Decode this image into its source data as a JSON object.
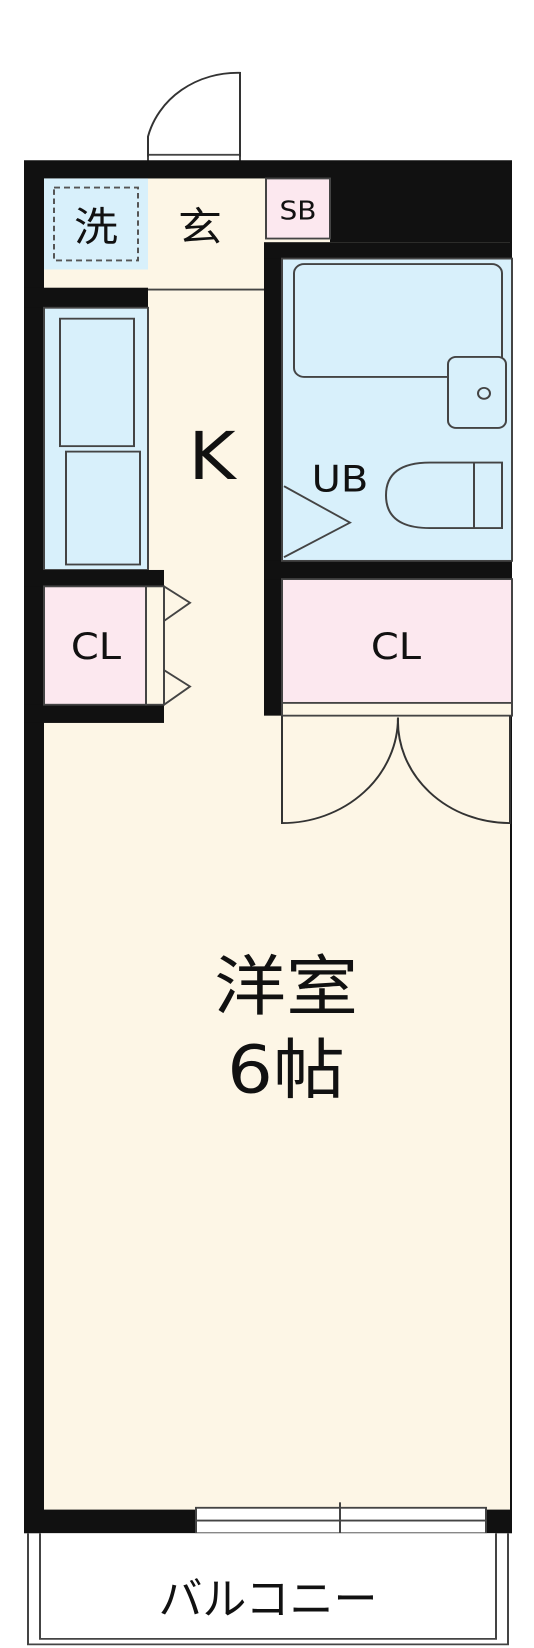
{
  "labels": {
    "washer": "洗",
    "entrance": "玄",
    "shoe_box": "SB",
    "kitchen": "K",
    "unit_bath": "UB",
    "closet_left": "CL",
    "closet_right": "CL",
    "room_name": "洋室",
    "room_size": "6帖",
    "balcony": "バルコニー"
  },
  "colors": {
    "wall": "#111111",
    "floor": "#fdf6e6",
    "bath": "#d8f0fb",
    "closet": "#fce8ef",
    "balcony": "#ffffff"
  }
}
